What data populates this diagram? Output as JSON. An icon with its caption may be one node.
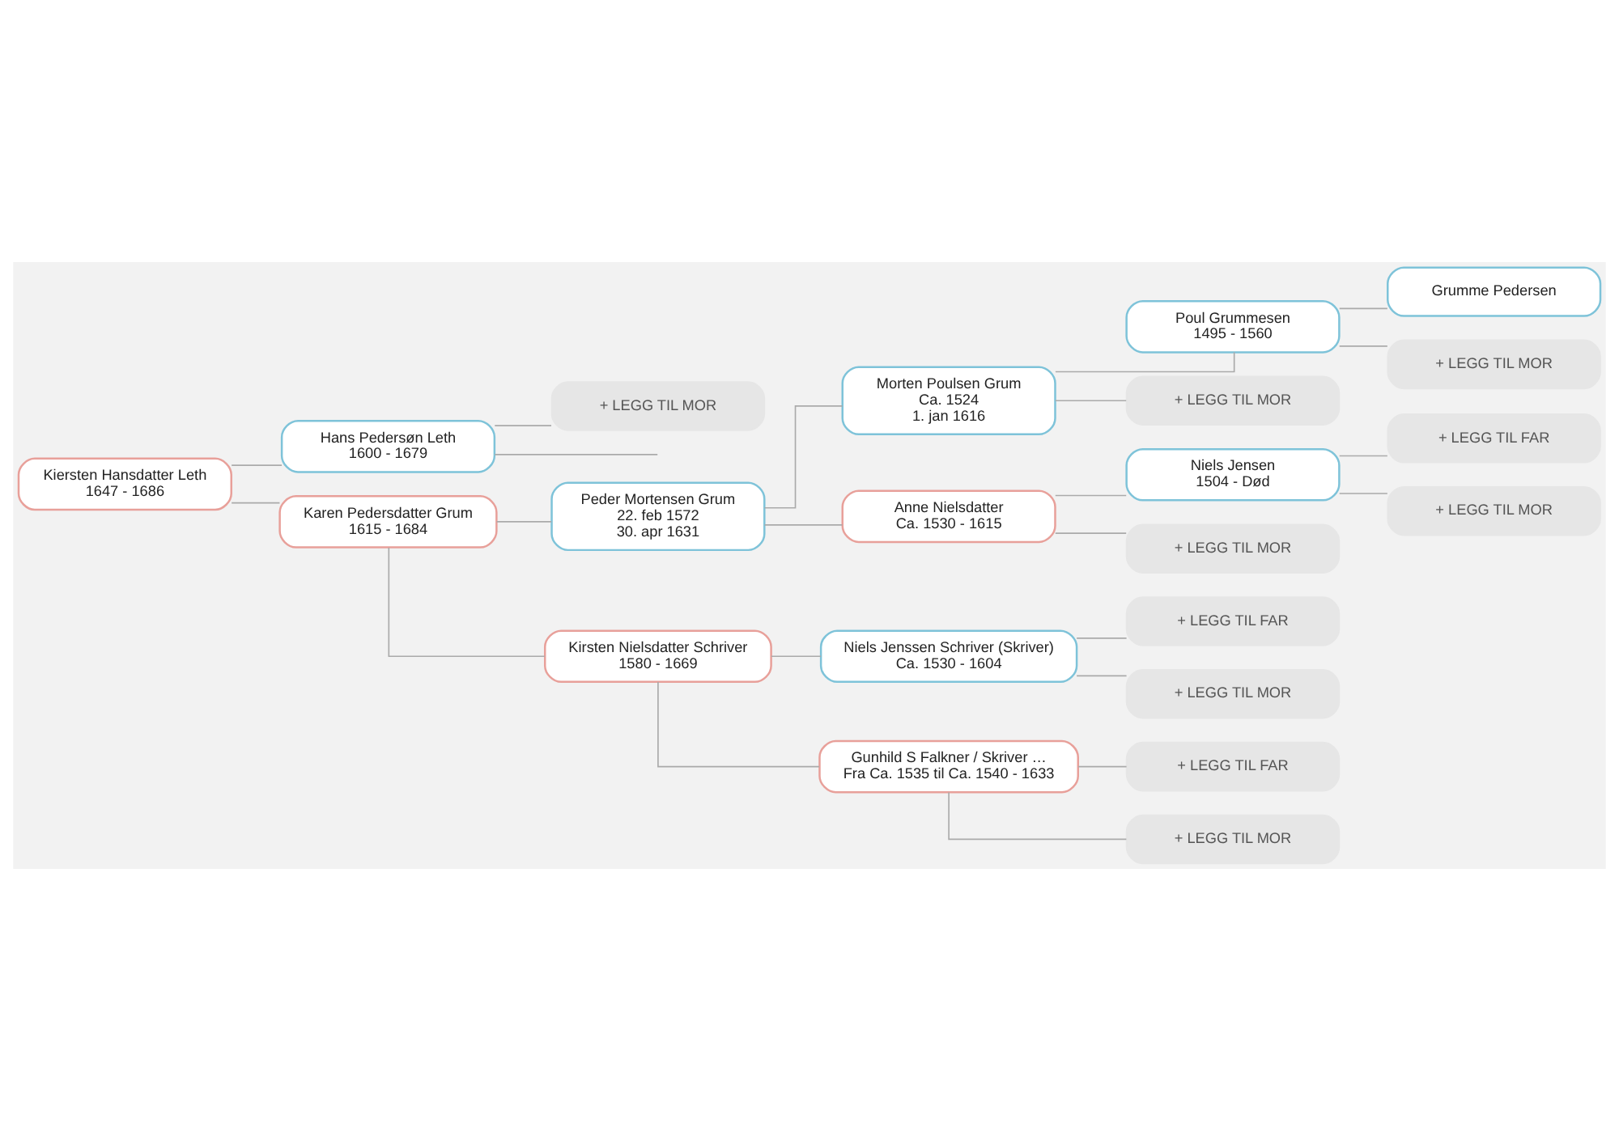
{
  "diagram": {
    "nodes": [
      {
        "text": [
          "Kiersten Hansdatter Leth",
          "1647 - 1686"
        ]
      },
      {
        "text": [
          "Hans Pedersøn Leth",
          "1600 - 1679"
        ]
      },
      {
        "text": [
          "+ LEGG TIL MOR"
        ]
      },
      {
        "text": [
          "Karen Pedersdatter Grum",
          "1615 - 1684"
        ]
      },
      {
        "text": [
          "Peder Mortensen Grum",
          "22. feb 1572",
          "30. apr 1631"
        ]
      },
      {
        "text": [
          "Morten Poulsen Grum",
          "Ca. 1524",
          "1. jan 1616"
        ]
      },
      {
        "text": [
          "Poul Grummesen",
          "1495 - 1560"
        ]
      },
      {
        "text": [
          "Grumme Pedersen"
        ]
      },
      {
        "text": [
          "+ LEGG TIL MOR"
        ]
      },
      {
        "text": [
          "+ LEGG TIL MOR"
        ]
      },
      {
        "text": [
          "Anne Nielsdatter",
          "Ca. 1530 - 1615"
        ]
      },
      {
        "text": [
          "Niels Jensen",
          "1504 - Død"
        ]
      },
      {
        "text": [
          "+ LEGG TIL FAR"
        ]
      },
      {
        "text": [
          "+ LEGG TIL MOR"
        ]
      },
      {
        "text": [
          "+ LEGG TIL MOR"
        ]
      },
      {
        "text": [
          "Kirsten Nielsdatter Schriver",
          "1580 - 1669"
        ]
      },
      {
        "text": [
          "Niels Jenssen Schriver (Skriver)",
          "Ca. 1530 - 1604"
        ]
      },
      {
        "text": [
          "+ LEGG TIL FAR"
        ]
      },
      {
        "text": [
          "+ LEGG TIL MOR"
        ]
      },
      {
        "text": [
          "Gunhild S Falkner / Skriver …",
          "Fra Ca. 1535 til Ca. 1540 - 1633"
        ]
      },
      {
        "text": [
          "+ LEGG TIL FAR"
        ]
      },
      {
        "text": [
          "+ LEGG TIL MOR"
        ]
      }
    ],
    "edges": [
      {
        "from": 1,
        "to": null,
        "arrow": "none"
      },
      {
        "from": 0,
        "to": 1,
        "arrow": "none"
      },
      {
        "from": 1,
        "to": 2,
        "arrow": "none"
      },
      {
        "from": 0,
        "to": 3,
        "arrow": "none"
      },
      {
        "from": 3,
        "to": 4,
        "arrow": "none"
      },
      {
        "from": 4,
        "to": 5,
        "arrow": "none"
      },
      {
        "from": 5,
        "to": 6,
        "arrow": "none"
      },
      {
        "from": 6,
        "to": 7,
        "arrow": "none"
      },
      {
        "from": 6,
        "to": 8,
        "arrow": "none"
      },
      {
        "from": 5,
        "to": 9,
        "arrow": "none"
      },
      {
        "from": 4,
        "to": 10,
        "arrow": "none"
      },
      {
        "from": 10,
        "to": 11,
        "arrow": "none"
      },
      {
        "from": 11,
        "to": 12,
        "arrow": "none"
      },
      {
        "from": 11,
        "to": 13,
        "arrow": "none"
      },
      {
        "from": 10,
        "to": 14,
        "arrow": "none"
      },
      {
        "from": 3,
        "to": 15,
        "arrow": "none"
      },
      {
        "from": 15,
        "to": 16,
        "arrow": "none"
      },
      {
        "from": 16,
        "to": 17,
        "arrow": "none"
      },
      {
        "from": 16,
        "to": 18,
        "arrow": "none"
      },
      {
        "from": 15,
        "to": 19,
        "arrow": "none"
      },
      {
        "from": 19,
        "to": 20,
        "arrow": "none"
      },
      {
        "from": 19,
        "to": 21,
        "arrow": "none"
      }
    ]
  }
}
